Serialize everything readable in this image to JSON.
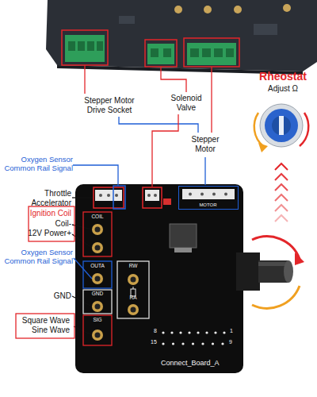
{
  "diagram": {
    "nodes": [
      {
        "text": [
          "Connect_Board_A"
        ]
      },
      {
        "text": [
          "MOTOR"
        ],
        "in": 0
      }
    ],
    "labels": [
      "Stepper Motor Drive Socket",
      "Solenoid Valve",
      "Stepper Motor",
      "Rheostat",
      "Adjust Ω",
      "Oxygen Sensor Common Rail Signal",
      "Throttle Accelerator",
      "Ignition Coil",
      "Coil-",
      "12V Power+",
      "Oxygen Sensor Common Rail Signal",
      "GND",
      "Square Wave",
      "Sine Wave",
      "COIL",
      "OUTA",
      "GND",
      "SIG",
      "RW",
      "RA",
      "8",
      "1",
      "15",
      "9"
    ]
  }
}
